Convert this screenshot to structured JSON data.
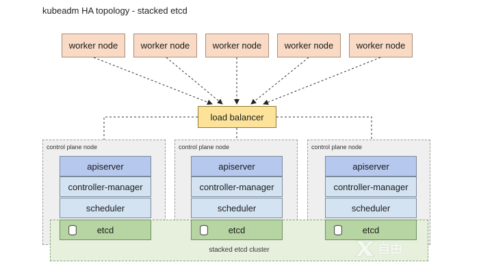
{
  "title": "kubeadm HA topology - stacked etcd",
  "workers": [
    "worker node",
    "worker node",
    "worker node",
    "worker node",
    "worker node"
  ],
  "load_balancer": "load balancer",
  "control_plane_nodes": [
    {
      "label": "control plane node",
      "components": [
        "apiserver",
        "controller-manager",
        "scheduler",
        "etcd"
      ]
    },
    {
      "label": "control plane node",
      "components": [
        "apiserver",
        "controller-manager",
        "scheduler",
        "etcd"
      ]
    },
    {
      "label": "control plane node",
      "components": [
        "apiserver",
        "controller-manager",
        "scheduler",
        "etcd"
      ]
    }
  ],
  "etcd_cluster_label": "stacked etcd cluster",
  "watermark_text": "自由",
  "colors": {
    "worker": "#f8dac5",
    "load_balancer": "#fde39a",
    "apiserver": "#b6c8ee",
    "control_component": "#d4e3f2",
    "etcd": "#b6d5a3",
    "cluster_bg": "#e6f0dc",
    "node_bg": "#efefef"
  }
}
